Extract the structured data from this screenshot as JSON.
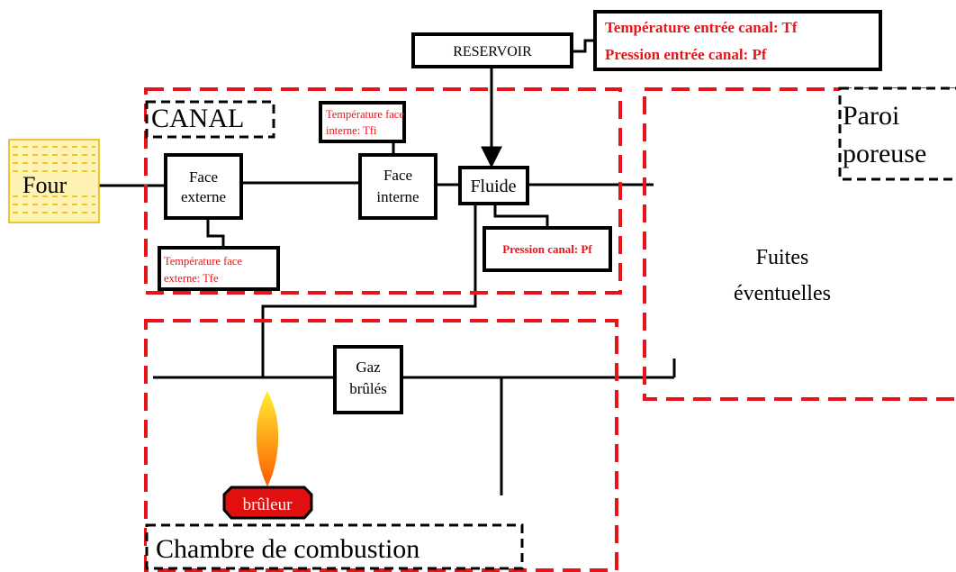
{
  "colors": {
    "zone_border": "#e8141a",
    "zone_label_border": "#000000",
    "red_text": "#e8141a",
    "line": "#000000",
    "four_fill": "#fff3b3",
    "four_dash": "#e8b800",
    "burner_fill": "#e01010",
    "flame_top": "#ffee33",
    "flame_bottom": "#ff5a00"
  },
  "icons": {
    "four": "furnace-wavy-fill",
    "flame": "flame-icon",
    "burner": "burner-octagon"
  },
  "reservoir": {
    "label": "RESERVOIR",
    "inlet_info": {
      "line1": "Température entrée canal: Tf",
      "line2": "Pression entrée canal: Pf"
    }
  },
  "zones": {
    "canal": "CANAL",
    "paroi": {
      "line1": "Paroi",
      "line2": "poreuse"
    },
    "chambre": "Chambre de combustion"
  },
  "nodes": {
    "four": "Four",
    "face_externe": {
      "line1": "Face",
      "line2": "externe"
    },
    "face_interne": {
      "line1": "Face",
      "line2": "interne"
    },
    "fluide": "Fluide",
    "gaz": {
      "line1": "Gaz",
      "line2": "brûlés"
    },
    "bruleur": "brûleur"
  },
  "annotations": {
    "temp_face_interne": {
      "line1": "Température face",
      "line2": "interne: Tfi"
    },
    "temp_face_externe": {
      "line1": "Température face",
      "line2": "externe: Tfe"
    },
    "pression_canal": "Pression canal: Pf"
  },
  "fuites": {
    "line1": "Fuites",
    "line2": "éventuelles"
  }
}
